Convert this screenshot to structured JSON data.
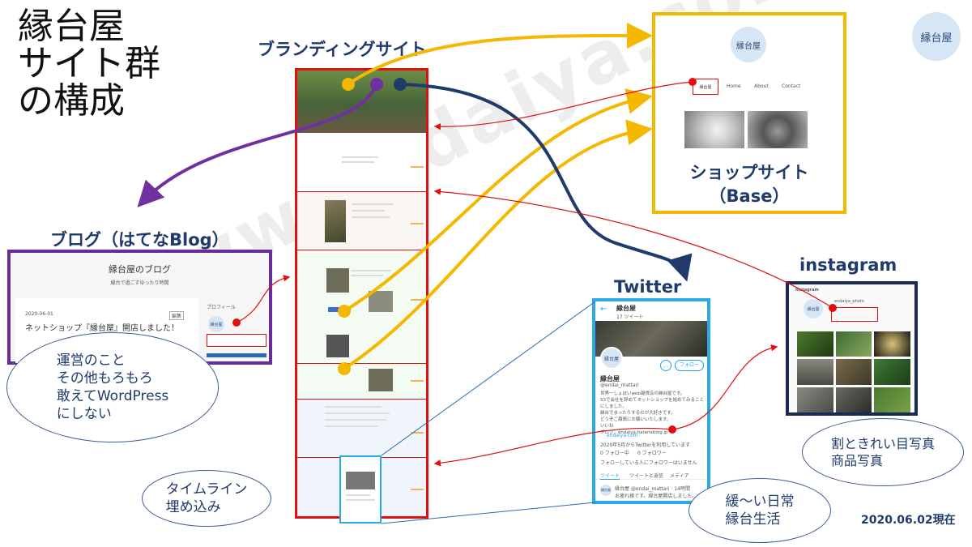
{
  "title": "縁台屋\nサイト群\nの構成",
  "date": "2020.06.02現在",
  "watermark": "www.endaiya.com",
  "logo_text": "縁台屋",
  "branding": {
    "label": "ブランディングサイト"
  },
  "shop": {
    "label": "ショップサイト\n（Base）",
    "nav": [
      "縁台屋",
      "Home",
      "About",
      "Contact"
    ]
  },
  "blog": {
    "label": "ブログ（はてなBlog）",
    "site_title": "縁台屋のブログ",
    "site_subtitle": "縁台で過ごすゆったり時間",
    "post_date": "2020-06-01",
    "post_title": "ネットショップ『縁台屋』開店しました！",
    "profile_label": "プロフィール",
    "edit_label": "編集"
  },
  "twitter": {
    "label": "Twitter",
    "account_name": "縁台屋",
    "tweet_count": "17 ツイート",
    "handle": "@endai_mattari",
    "follow_label": "フォロー",
    "bio": "世界一しょぼいweb雑貨店の縁台屋です。\n53で会社を辞めてネットショップを始めてみることにしました。\n縁台でまったりするのが大好きです。\nどうぞご贔屓にお願いいたします。\nいいね\nブログ：endaiya.hatenablog.jp",
    "link": "endaiya.com",
    "joined": "2020年5月からTwitterを利用しています",
    "following": "0 フォロー中",
    "followers": "0 フォロワー",
    "no_followers": "フォローしている人にフォロワーはいません",
    "tabs": [
      "ツイート",
      "ツイートと返信",
      "メディア"
    ],
    "tweet_header": "縁台屋 @endai_mattari · 14時間",
    "tweet_text": "お疲れ様です。縁台屋開店しました。"
  },
  "instagram": {
    "label": "instagram",
    "app_name": "Instagram",
    "account": "endaiya_photo"
  },
  "bubbles": {
    "blog_note": "運営のこと\nその他もろもろ\n敢えてWordPress\nにしない",
    "timeline": "タイムライン\n埋め込み",
    "twitter_note": "緩～い日常\n縁台生活",
    "insta_note": "割ときれい目写真\n商品写真"
  },
  "colors": {
    "branding_frame": "#e01010",
    "shop_frame": "#f5b800",
    "blog_frame": "#6a2c9a",
    "twitter_frame": "#2aa9e8",
    "instagram_frame": "#1a2a55",
    "arrow_yellow": "#f5b800",
    "arrow_purple": "#7030a0",
    "arrow_navy": "#1f3a6b",
    "arrow_red": "#e01010"
  }
}
